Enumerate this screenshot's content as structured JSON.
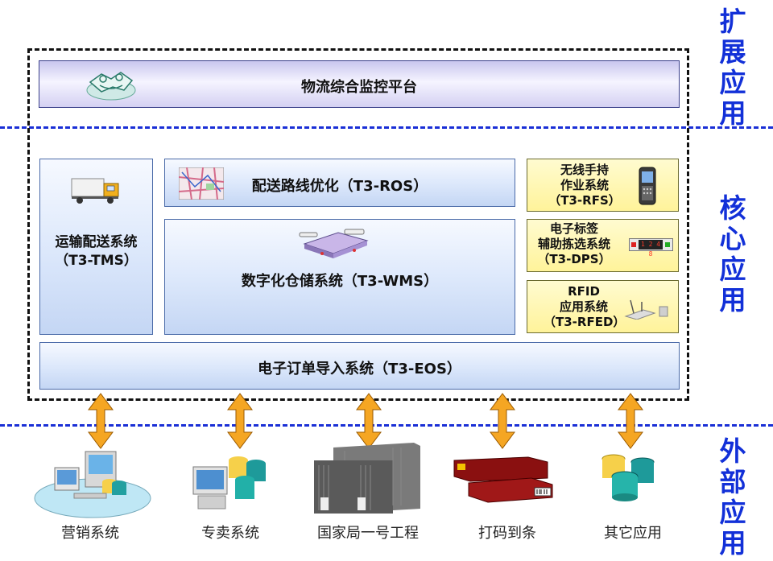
{
  "side_labels": {
    "extension": [
      "扩",
      "展",
      "应",
      "用"
    ],
    "core": [
      "核",
      "心",
      "应",
      "用"
    ],
    "external": [
      "外",
      "部",
      "应",
      "用"
    ]
  },
  "platform": {
    "label": "物流综合监控平台"
  },
  "tms": {
    "line1": "运输配送系统",
    "line2": "（T3-TMS）"
  },
  "ros": {
    "label": "配送路线优化（T3-ROS）"
  },
  "wms": {
    "label": "数字化仓储系统（T3-WMS）"
  },
  "rfs": {
    "line1": "无线手持",
    "line2": "作业系统",
    "line3": "（T3-RFS）"
  },
  "dps": {
    "line1": "电子标签",
    "line2": "辅助拣选系统",
    "line3": "（T3-DPS）",
    "display": "1 2 4 8"
  },
  "rfed": {
    "line1": "RFID",
    "line2": "应用系统",
    "line3": "（T3-RFED）"
  },
  "eos": {
    "label": "电子订单导入系统（T3-EOS）"
  },
  "external_systems": [
    {
      "label": "营销系统"
    },
    {
      "label": "专卖系统"
    },
    {
      "label": "国家局一号工程"
    },
    {
      "label": "打码到条"
    },
    {
      "label": "其它应用"
    }
  ],
  "colors": {
    "dash_blue": "#1a2fd6",
    "side_label_blue": "#1230d8",
    "arrow_orange": "#f5a623",
    "core_box_blue": "#dbe7fb",
    "platform_purple": "#c9c6ee",
    "device_yellow": "#fff39a"
  },
  "icons": [
    "handshake-icon",
    "truck-icon",
    "map-icon",
    "server-equipment-icon",
    "handheld-terminal-icon",
    "led-display-icon",
    "rfid-reader-icon",
    "network-computers-icon",
    "computer-database-icon",
    "server-rack-icon",
    "printer-icon",
    "database-cylinders-icon"
  ]
}
